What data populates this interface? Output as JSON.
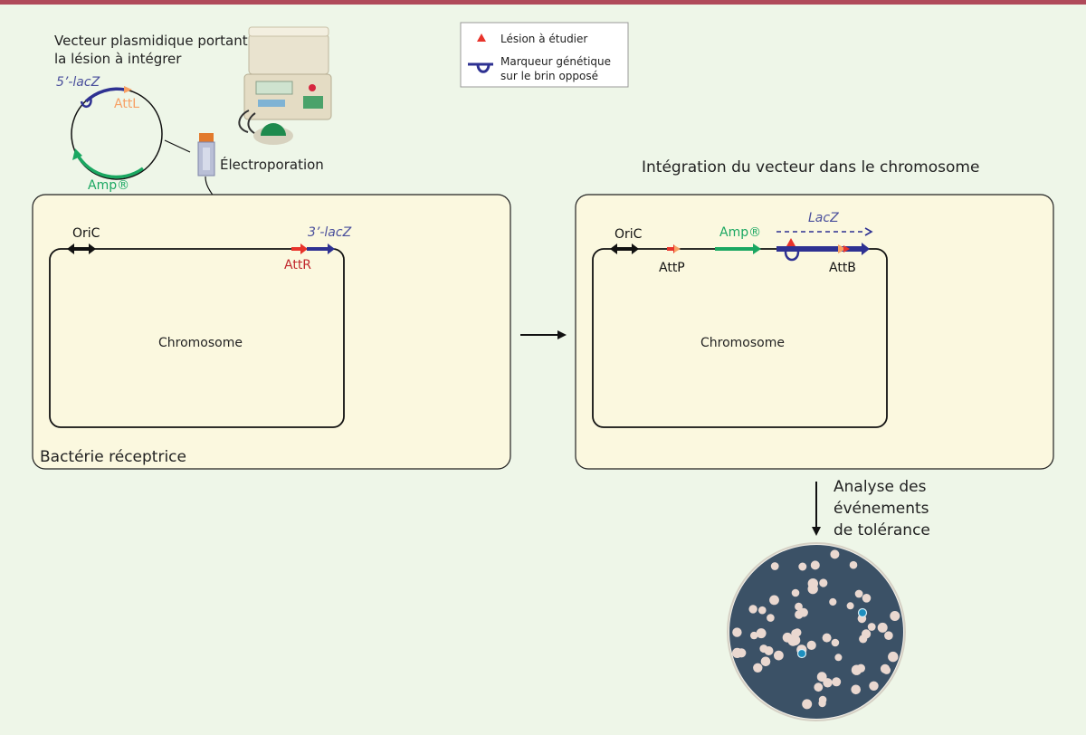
{
  "colors": {
    "background": "#eef6e8",
    "top_bar": "#b04a5a",
    "panel_fill": "#fbf8df",
    "lesion_red": "#e8332b",
    "marker_blue": "#2e3192",
    "amp_green": "#1aa761",
    "attl_orange": "#f7a064",
    "attr_red": "#c1272d",
    "lacz_blue": "#4a4f9c",
    "plate_dark": "#3b5166",
    "colony": "#ead8d0"
  },
  "legend": {
    "lesion": "Lésion à étudier",
    "marker_line1": "Marqueur génétique",
    "marker_line2": "sur le brin opposé"
  },
  "plasmid": {
    "title_line1": "Vecteur plasmidique portant",
    "title_line2": "la lésion à intégrer",
    "lacz_label": "5’-lacZ",
    "attl_label": "AttL",
    "amp_label": "Amp®"
  },
  "electroporation": {
    "label": "Électroporation"
  },
  "left_panel": {
    "oric": "OriC",
    "lacz3": "3’-lacZ",
    "attr": "AttR",
    "chromosome": "Chromosome",
    "caption": "Bactérie réceptrice"
  },
  "right_panel": {
    "title": "Intégration du vecteur dans le chromosome",
    "oric": "OriC",
    "amp": "Amp®",
    "lacz": "LacZ",
    "attp": "AttP",
    "attb": "AttB",
    "chromosome": "Chromosome"
  },
  "analysis": {
    "line1": "Analyse des",
    "line2": "événements",
    "line3": "de tolérance"
  },
  "icons": {
    "electroporator": "electroporator-device-icon",
    "cuvette": "cuvette-icon",
    "petri_dish": "petri-dish-photo"
  }
}
